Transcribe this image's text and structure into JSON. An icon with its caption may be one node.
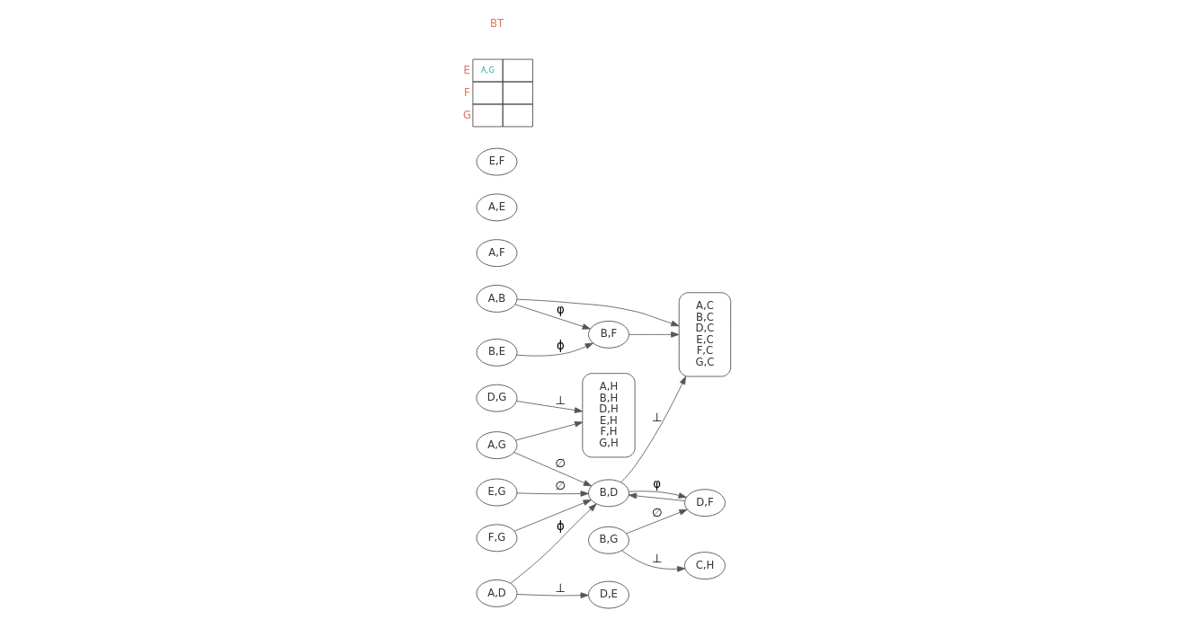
{
  "diagram": {
    "nodes": [
      {
        "text": [
          "A,G"
        ]
      },
      {
        "text": [
          "F,G"
        ]
      },
      {
        "text": [
          "B,D"
        ]
      },
      {
        "text": [
          "E,G"
        ]
      },
      {
        "text": [
          "A,C",
          "B,C",
          "D,C",
          "E,C",
          "F,C",
          "G,C"
        ]
      },
      {
        "text": [
          "A,H",
          "B,H",
          "D,H",
          "E,H",
          "F,H",
          "G,H"
        ]
      },
      {
        "text": [
          "A,F"
        ]
      },
      {
        "text": [
          "A,E"
        ]
      },
      {
        "text": [
          "B,G"
        ]
      },
      {
        "text": [
          "D,F"
        ]
      },
      {
        "text": [
          "A,D"
        ]
      },
      {
        "text": [
          "D,E"
        ]
      },
      {
        "text": [
          "C,H"
        ]
      },
      {
        "text": [
          "A,B"
        ]
      },
      {
        "text": [
          "B,F"
        ]
      },
      {
        "text": [
          "B,E"
        ]
      },
      {
        "text": [
          "D,G"
        ]
      },
      {
        "text": [
          "E,F"
        ]
      }
    ],
    "edges": [
      {
        "from": 0,
        "to": 2,
        "arrow": "to",
        "label": "∅"
      },
      {
        "from": 0,
        "to": 5,
        "arrow": "to"
      },
      {
        "from": 1,
        "to": 2,
        "arrow": "to"
      },
      {
        "from": 3,
        "to": 2,
        "arrow": "to",
        "label": "∅"
      },
      {
        "from": 2,
        "to": 4,
        "arrow": "to",
        "label": "⊥"
      },
      {
        "from": 9,
        "to": 2,
        "arrow": "to"
      },
      {
        "from": 2,
        "to": 9,
        "arrow": "to",
        "label": "φ"
      },
      {
        "from": 10,
        "to": 2,
        "arrow": "to",
        "label": "ϕ"
      },
      {
        "from": 10,
        "to": 11,
        "arrow": "to",
        "label": "⊥"
      },
      {
        "from": 8,
        "to": 9,
        "arrow": "to",
        "label": "∅"
      },
      {
        "from": 8,
        "to": 12,
        "arrow": "to",
        "label": "⊥"
      },
      {
        "from": 13,
        "to": 14,
        "arrow": "to",
        "label": "φ"
      },
      {
        "from": 13,
        "to": 4,
        "arrow": "to"
      },
      {
        "from": 14,
        "to": 4,
        "arrow": "to"
      },
      {
        "from": 15,
        "to": 14,
        "arrow": "to",
        "label": "ϕ"
      },
      {
        "from": 16,
        "to": 5,
        "arrow": "to",
        "label": "⊥"
      }
    ],
    "labels": [
      "E",
      "F",
      "G",
      "A,G",
      "BT"
    ]
  }
}
